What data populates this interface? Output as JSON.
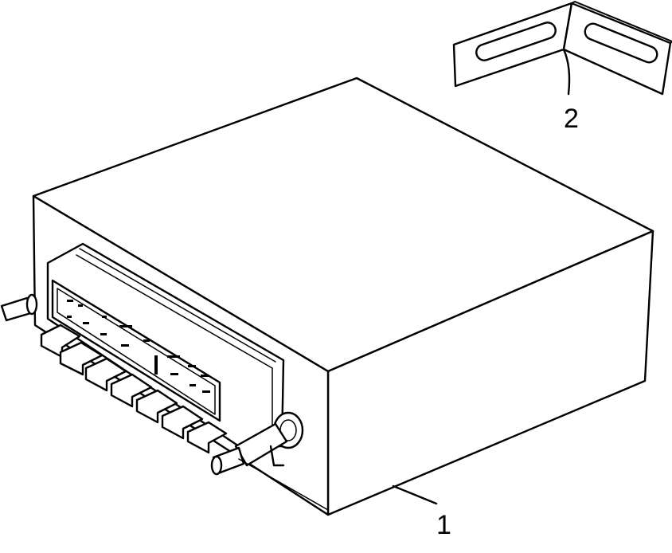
{
  "diagram": {
    "callouts": [
      {
        "label": "1",
        "part": "radio-unit"
      },
      {
        "label": "2",
        "part": "mounting-bracket"
      }
    ],
    "colors": {
      "line": "#000000",
      "background": "#ffffff",
      "shade": "#dcdcdc"
    }
  }
}
